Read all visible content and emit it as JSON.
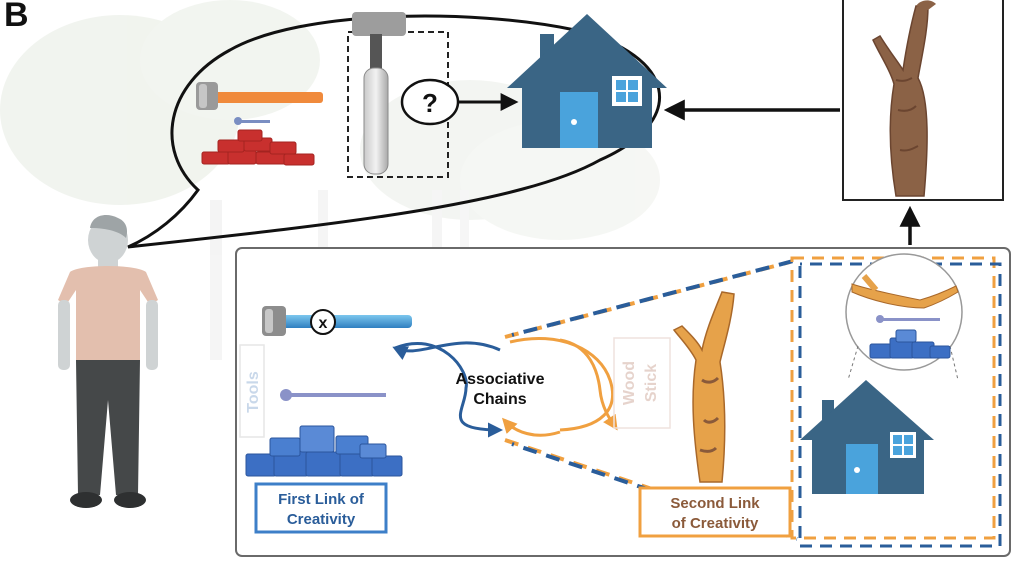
{
  "panel_label": "B",
  "thought_bubble": {
    "question_mark": "?"
  },
  "mechanism": {
    "chains_line1": "Associative",
    "chains_line2": "Chains",
    "tools_label": "Tools",
    "wood_line1": "Wood",
    "wood_line2": "Stick",
    "cross_mark": "x",
    "first_link_line1": "First Link of",
    "first_link_line2": "Creativity",
    "second_link_line1": "Second Link",
    "second_link_line2": "of Creativity"
  },
  "colors": {
    "house_blue": "#3a6585",
    "house_light": "#4aa3dc",
    "orange": "#f0a040",
    "link_blue": "#2f63a8",
    "brick_red": "#c8302e",
    "block_blue": "#3c6fc4",
    "stick_brown": "#8b6246"
  }
}
